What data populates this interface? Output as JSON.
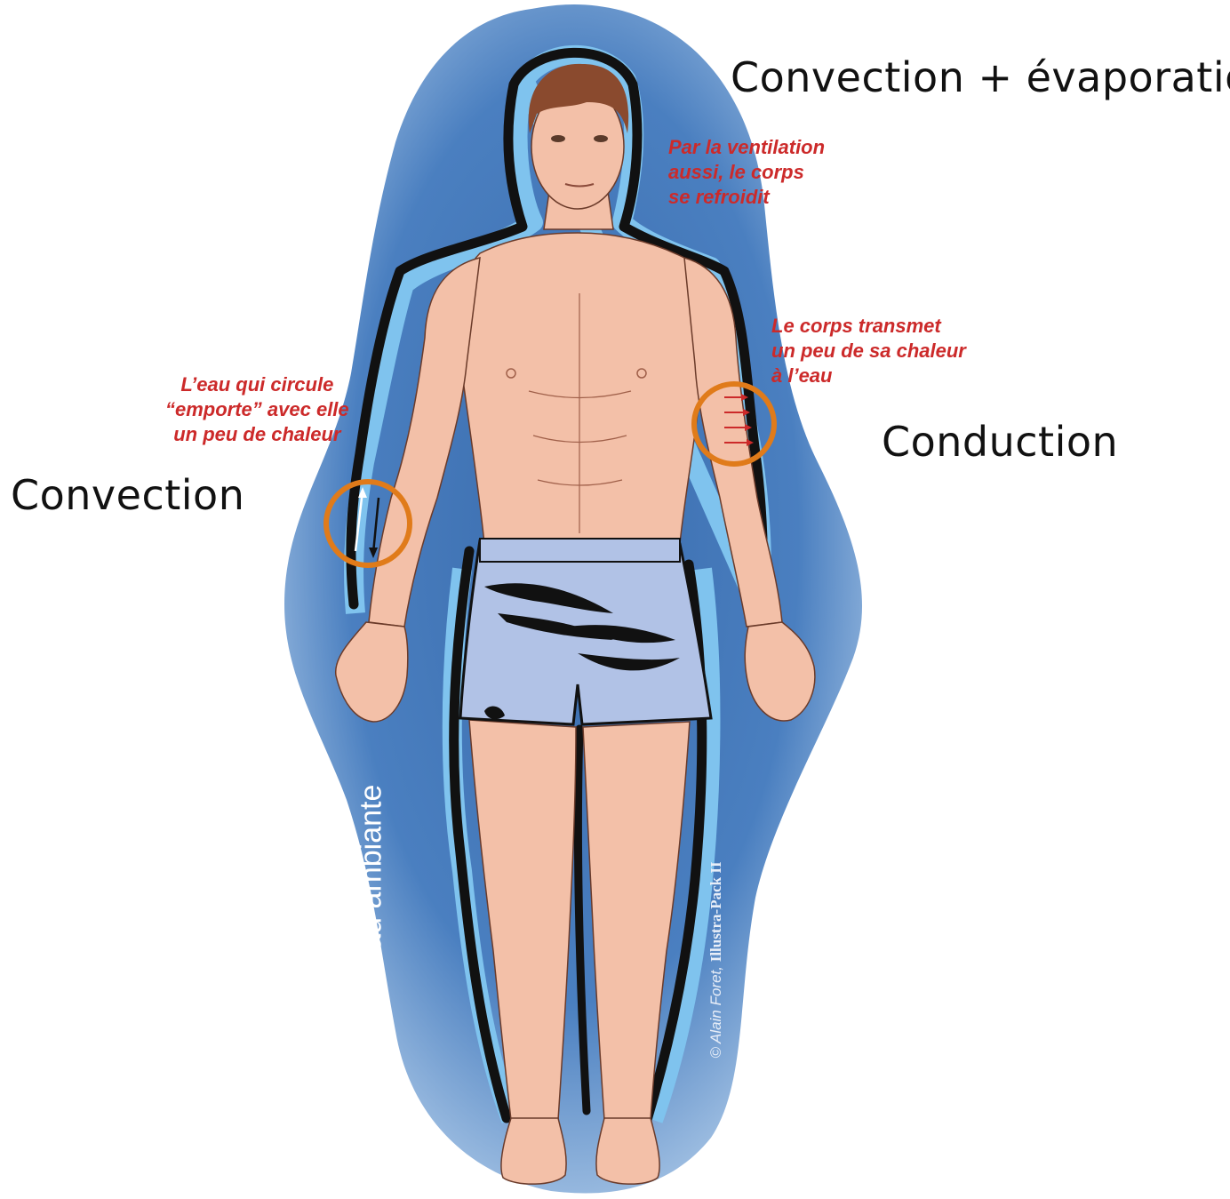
{
  "labels": {
    "convection_evaporation": "Convection + évaporation",
    "conduction": "Conduction",
    "convection": "Convection"
  },
  "notes": {
    "ventilation": "Par la ventilation\naussi, le corps\nse refroidit",
    "body_transmits": "Le corps transmet\nun peu de sa chaleur\nà l’eau",
    "circulating_water": "L’eau qui circule\n“emporte” avec elle\nun peu de chaleur"
  },
  "water_label": "Eau ambiante",
  "credit": {
    "author": "© Alain Foret, ",
    "pack": "Illustra-Pack II"
  },
  "colors": {
    "water_dark": "#3f73b4",
    "water_light": "#a9c9ea",
    "boundary_layer": "#7fc3ee",
    "skin": "#f3c0a8",
    "shorts": "#b1c2e6",
    "hair": "#8a4a2e",
    "highlight_circle": "#e07b1a",
    "note_text": "#cc2a2a"
  }
}
